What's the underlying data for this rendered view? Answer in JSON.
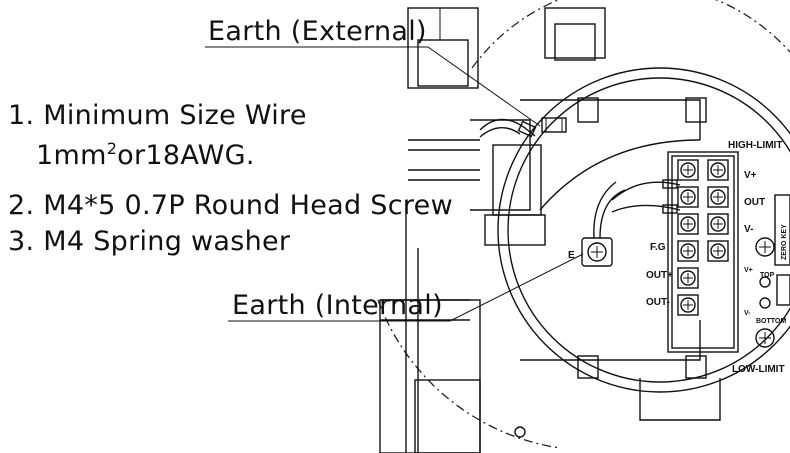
{
  "callouts": {
    "earth_external": "Earth (External)",
    "earth_internal": "Earth (Internal)"
  },
  "notes": {
    "item1_line1": "1. Minimum Size Wire",
    "item1_line2_prefix": "1mm",
    "item1_line2_sup": "2",
    "item1_line2_suffix": "or18AWG.",
    "item2": "2. M4*5 0.7P Round Head Screw",
    "item3": "3. M4 Spring washer"
  },
  "terminal_labels": {
    "high_limit": "HIGH-LIMIT",
    "v_plus": "V+",
    "out": "OUT",
    "v_minus": "V-",
    "fg": "F.G",
    "out_plus": "OUT+",
    "out_minus": "OUT-",
    "low_limit": "LOW-LIMIT",
    "e_mark": "E",
    "top": "TOP",
    "bottom": "BOTTOM",
    "v_plus_small": "V+",
    "v_minus_small": "V-",
    "zero_key": "ZERO KEY"
  }
}
